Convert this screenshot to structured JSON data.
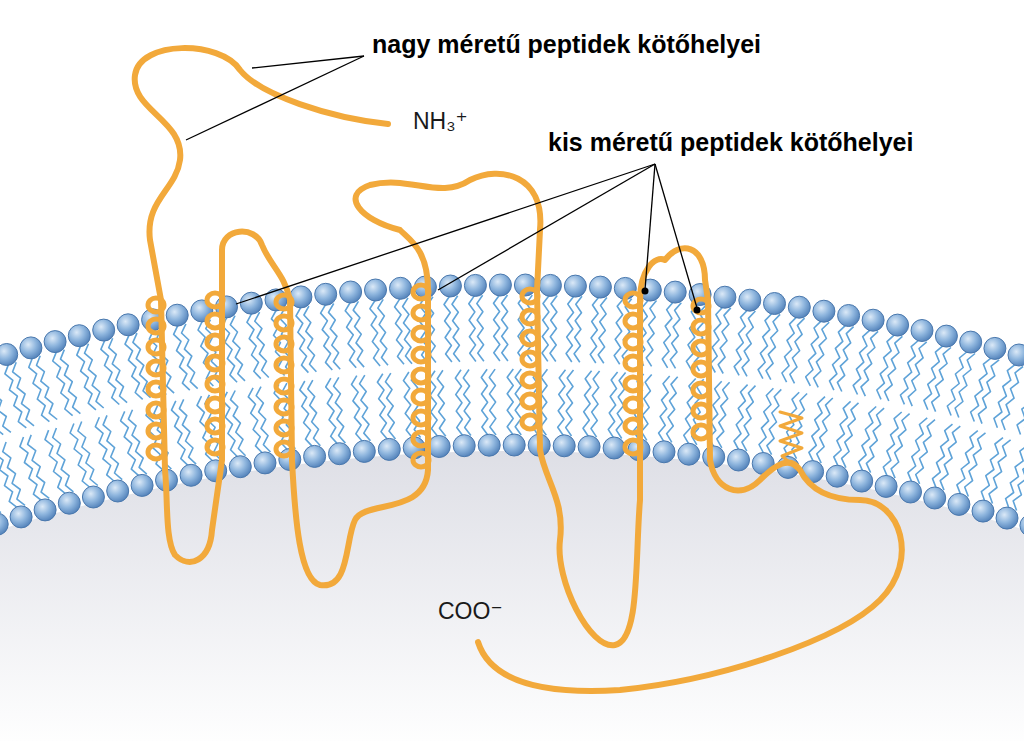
{
  "diagram": {
    "labels": [
      "nagy méretű peptidek kötőhelyei",
      "NH₃⁺",
      "kis méretű peptidek kötőhelyei",
      "COO⁻"
    ]
  }
}
